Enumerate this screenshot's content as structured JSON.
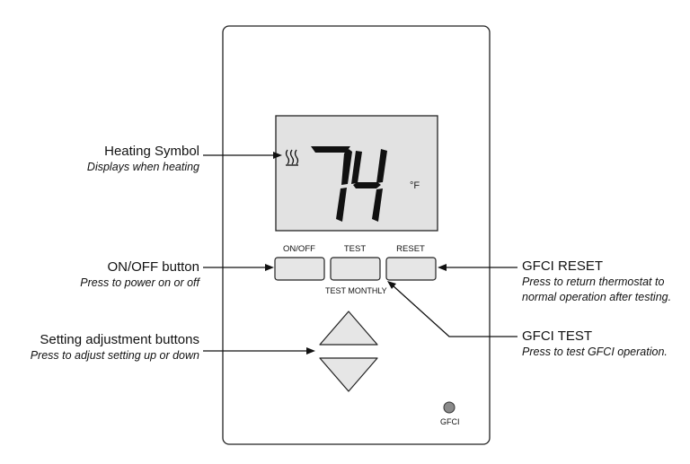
{
  "display": {
    "temperature": "74",
    "unit": "°F"
  },
  "buttons": {
    "on_off": "ON/OFF",
    "test": "TEST",
    "reset": "RESET",
    "test_monthly": "TEST MONTHLY",
    "gfci": "GFCI"
  },
  "callouts": {
    "heating": {
      "title": "Heating Symbol",
      "subtitle": "Displays when heating"
    },
    "onoff": {
      "title": "ON/OFF button",
      "subtitle": "Press to power on or off"
    },
    "setting": {
      "title": "Setting adjustment buttons",
      "subtitle": "Press to adjust setting up or down"
    },
    "reset": {
      "title": "GFCI RESET",
      "subtitle_line1": "Press to return thermostat to",
      "subtitle_line2": "normal operation after testing."
    },
    "test": {
      "title": "GFCI TEST",
      "subtitle": "Press to test GFCI operation."
    }
  },
  "colors": {
    "display_bg": "#e2e2e2",
    "button_bg": "#e6e6e6",
    "outline": "#222222"
  }
}
